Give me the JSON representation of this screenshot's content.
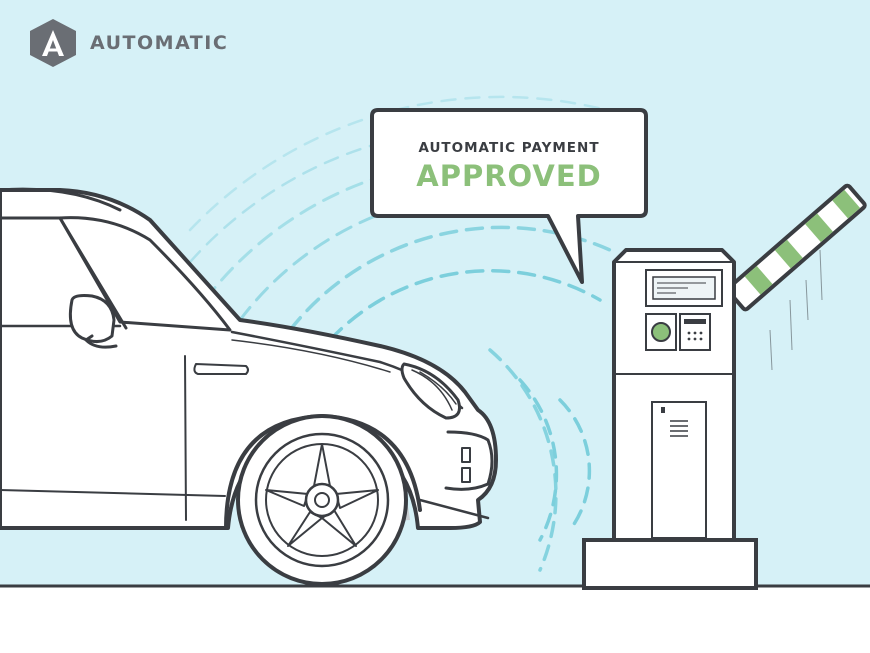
{
  "brand": {
    "name": "AUTOMATIC",
    "logo_letter": "A",
    "logo_icon": "hexagon-a-logo"
  },
  "bubble": {
    "line1": "AUTOMATIC PAYMENT",
    "line2": "APPROVED"
  },
  "colors": {
    "background": "#d6f1f7",
    "outline": "#3a3d42",
    "approved_green": "#8cc07a",
    "signal_blue": "#7ccfdc",
    "logo_gray": "#6a6e74",
    "ground": "#ffffff"
  },
  "icons": {
    "car": "car-illustration",
    "kiosk": "parking-payment-kiosk",
    "gate": "parking-gate-arm",
    "signal": "wireless-signal-arcs",
    "button": "green-button",
    "card_slot": "card-slot",
    "speaker": "speaker-grille"
  }
}
